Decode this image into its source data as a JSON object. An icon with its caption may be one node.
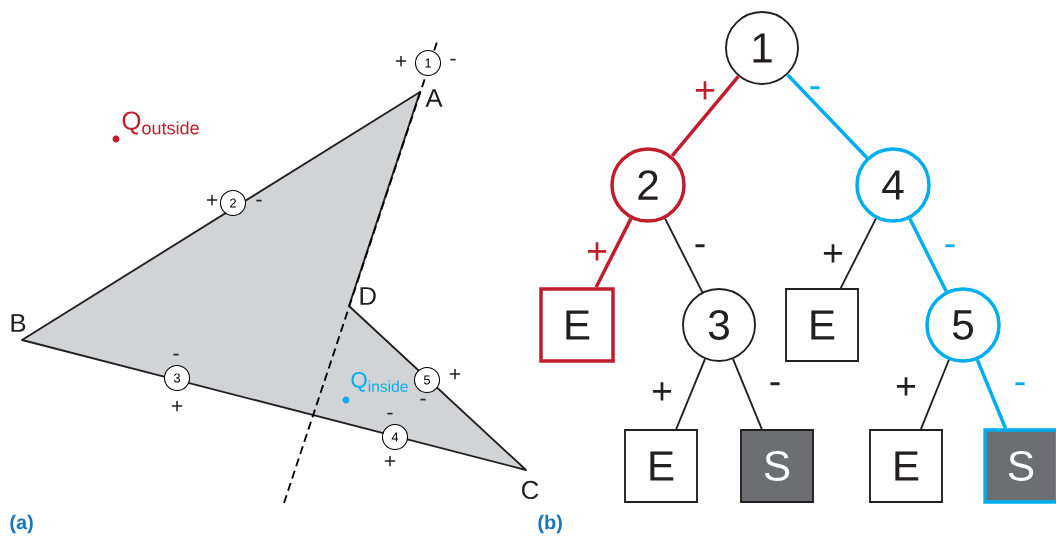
{
  "diagram": {
    "nodes": [
      {
        "text": [
          "1"
        ]
      },
      {
        "text": [
          "2"
        ]
      },
      {
        "text": [
          "3"
        ]
      },
      {
        "text": [
          "5"
        ]
      },
      {
        "text": [
          "4"
        ]
      },
      {
        "text": [
          "1"
        ]
      },
      {
        "text": [
          "2"
        ]
      },
      {
        "text": [
          "4"
        ]
      },
      {
        "text": [
          "E"
        ]
      },
      {
        "text": [
          "3"
        ]
      },
      {
        "text": [
          "E"
        ]
      },
      {
        "text": [
          "5"
        ]
      },
      {
        "text": [
          "E"
        ]
      },
      {
        "text": [
          "S"
        ]
      },
      {
        "text": [
          "E"
        ]
      },
      {
        "text": [
          "S"
        ]
      }
    ],
    "edges": [
      {
        "from": 5,
        "to": 6,
        "arrow": "none",
        "label": "+",
        "style": "thick",
        "color": "#be1e2d"
      },
      {
        "from": 5,
        "to": 7,
        "arrow": "none",
        "label": "-",
        "style": "thick",
        "color": "#00aeef"
      },
      {
        "from": 6,
        "to": 8,
        "arrow": "none",
        "label": "+",
        "style": "thick",
        "color": "#be1e2d"
      },
      {
        "from": 6,
        "to": 9,
        "arrow": "none",
        "label": "-"
      },
      {
        "from": 7,
        "to": 10,
        "arrow": "none",
        "label": "+"
      },
      {
        "from": 7,
        "to": 11,
        "arrow": "none",
        "label": "-",
        "style": "thick",
        "color": "#00aeef"
      },
      {
        "from": 9,
        "to": 12,
        "arrow": "none",
        "label": "+"
      },
      {
        "from": 9,
        "to": 13,
        "arrow": "none",
        "label": "-"
      },
      {
        "from": 11,
        "to": 14,
        "arrow": "none",
        "label": "+"
      },
      {
        "from": 11,
        "to": 15,
        "arrow": "none",
        "label": "-",
        "style": "thick",
        "color": "#00aeef"
      }
    ],
    "labels": [
      "+",
      "-",
      "A",
      "Q$_{outside}$",
      "+",
      "-",
      "B",
      "D",
      "-",
      "Q$_{inside}$",
      "+",
      "-",
      "+",
      "-",
      "+",
      "C",
      "(a)",
      "(b)"
    ]
  }
}
